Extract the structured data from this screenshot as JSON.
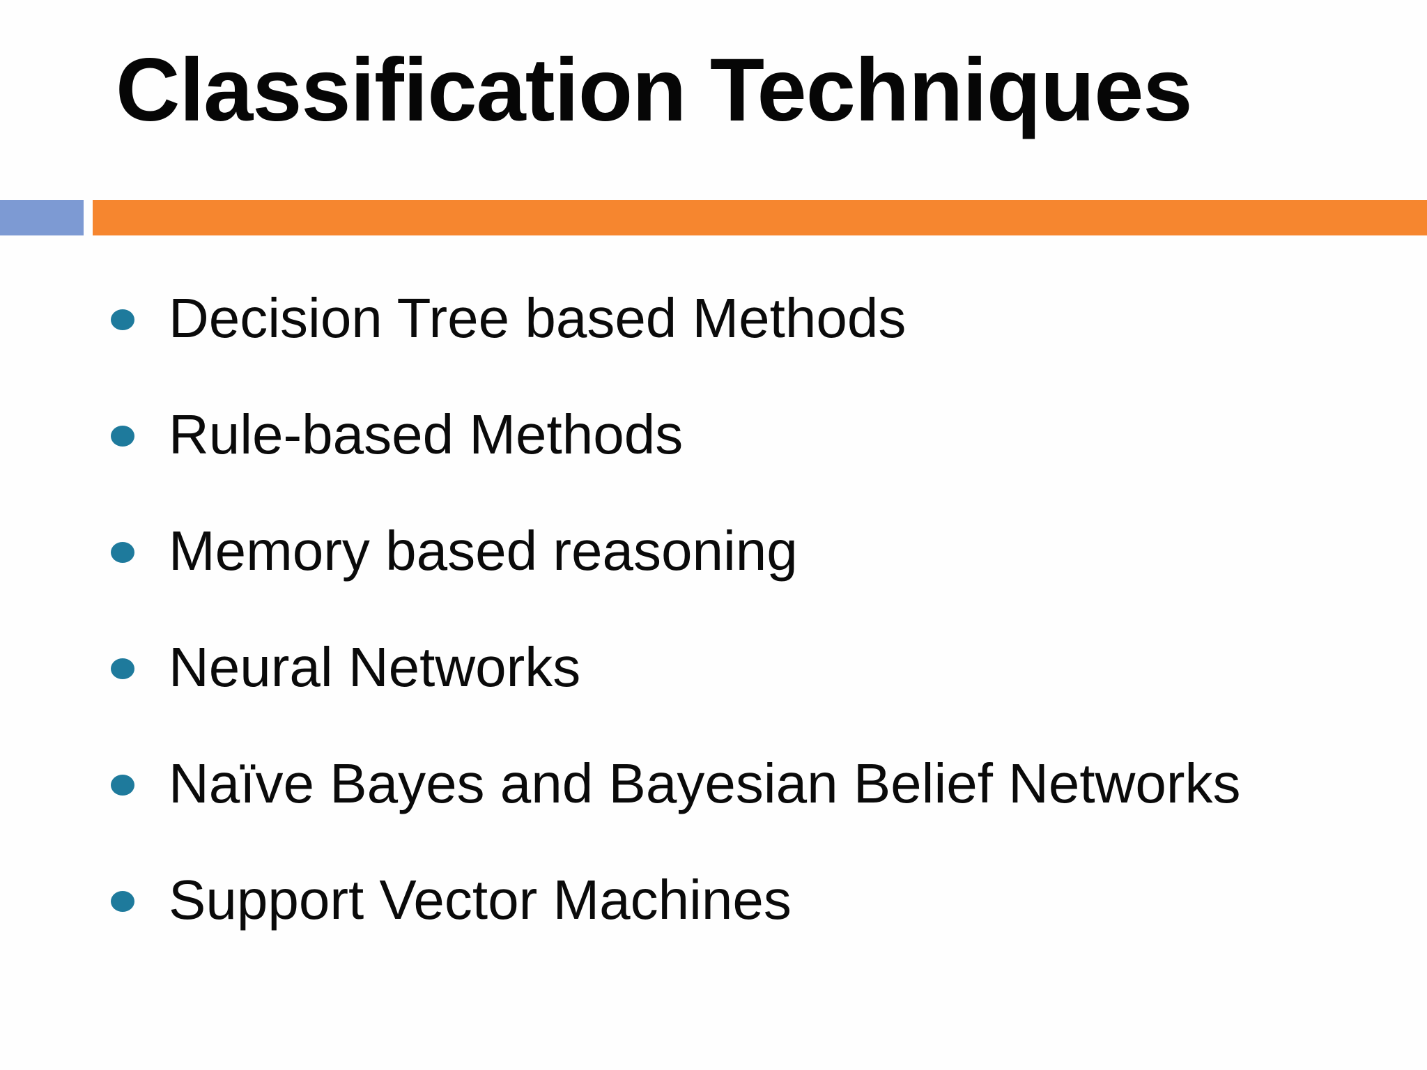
{
  "slide": {
    "title": "Classification Techniques",
    "bullets": [
      "Decision Tree based Methods",
      "Rule-based Methods",
      "Memory based reasoning",
      "Neural Networks",
      "Naïve Bayes and Bayesian Belief Networks",
      "Support Vector Machines"
    ],
    "colors": {
      "divider_blue": "#7d9ad3",
      "divider_orange": "#f6862f",
      "bullet_teal": "#1e7a9c",
      "title_text": "#060606",
      "body_text": "#0a0a0a",
      "background": "#fefefe"
    }
  }
}
